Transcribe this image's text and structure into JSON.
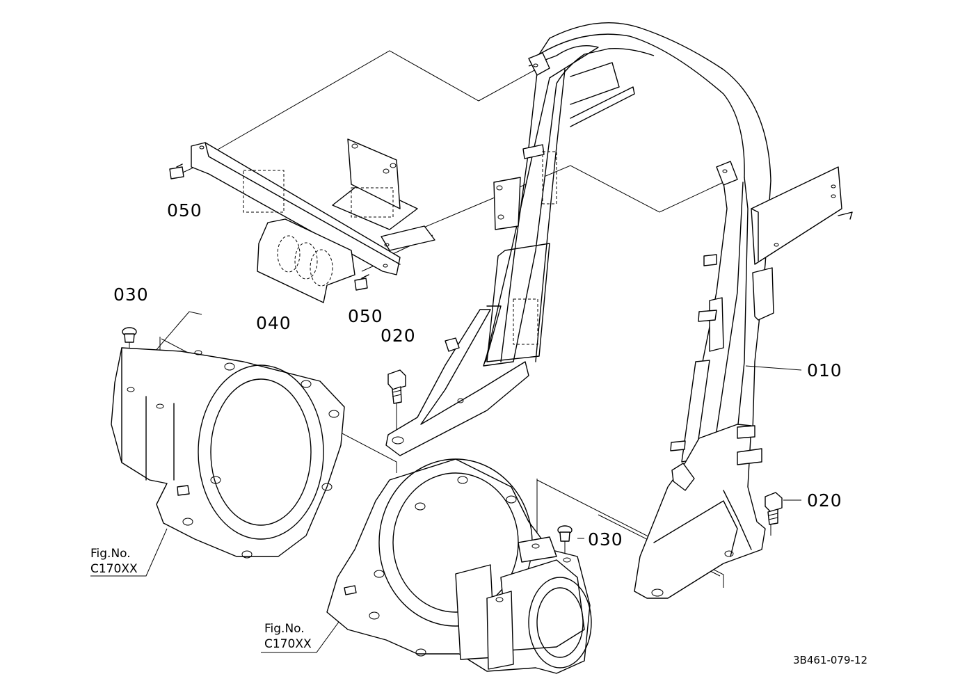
{
  "callouts": {
    "c010": "010",
    "c020_bolt_left": "020",
    "c020_bolt_right": "020",
    "c030_left": "030",
    "c030_right": "030",
    "c040": "040",
    "c050_top": "050",
    "c050_bottom": "050"
  },
  "figure_refs": {
    "left": {
      "line1": "Fig.No.",
      "line2": "C170XX"
    },
    "bottom": {
      "line1": "Fig.No.",
      "line2": "C170XX"
    }
  },
  "drawing_code": "3B461-079-12"
}
